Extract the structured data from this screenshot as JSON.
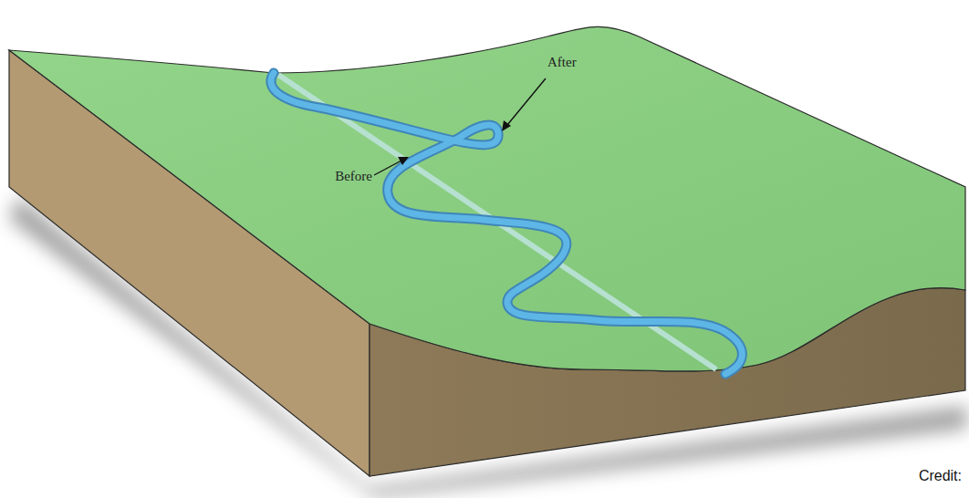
{
  "diagram": {
    "labels": [
      "After",
      "Before",
      "Credit:"
    ]
  }
}
